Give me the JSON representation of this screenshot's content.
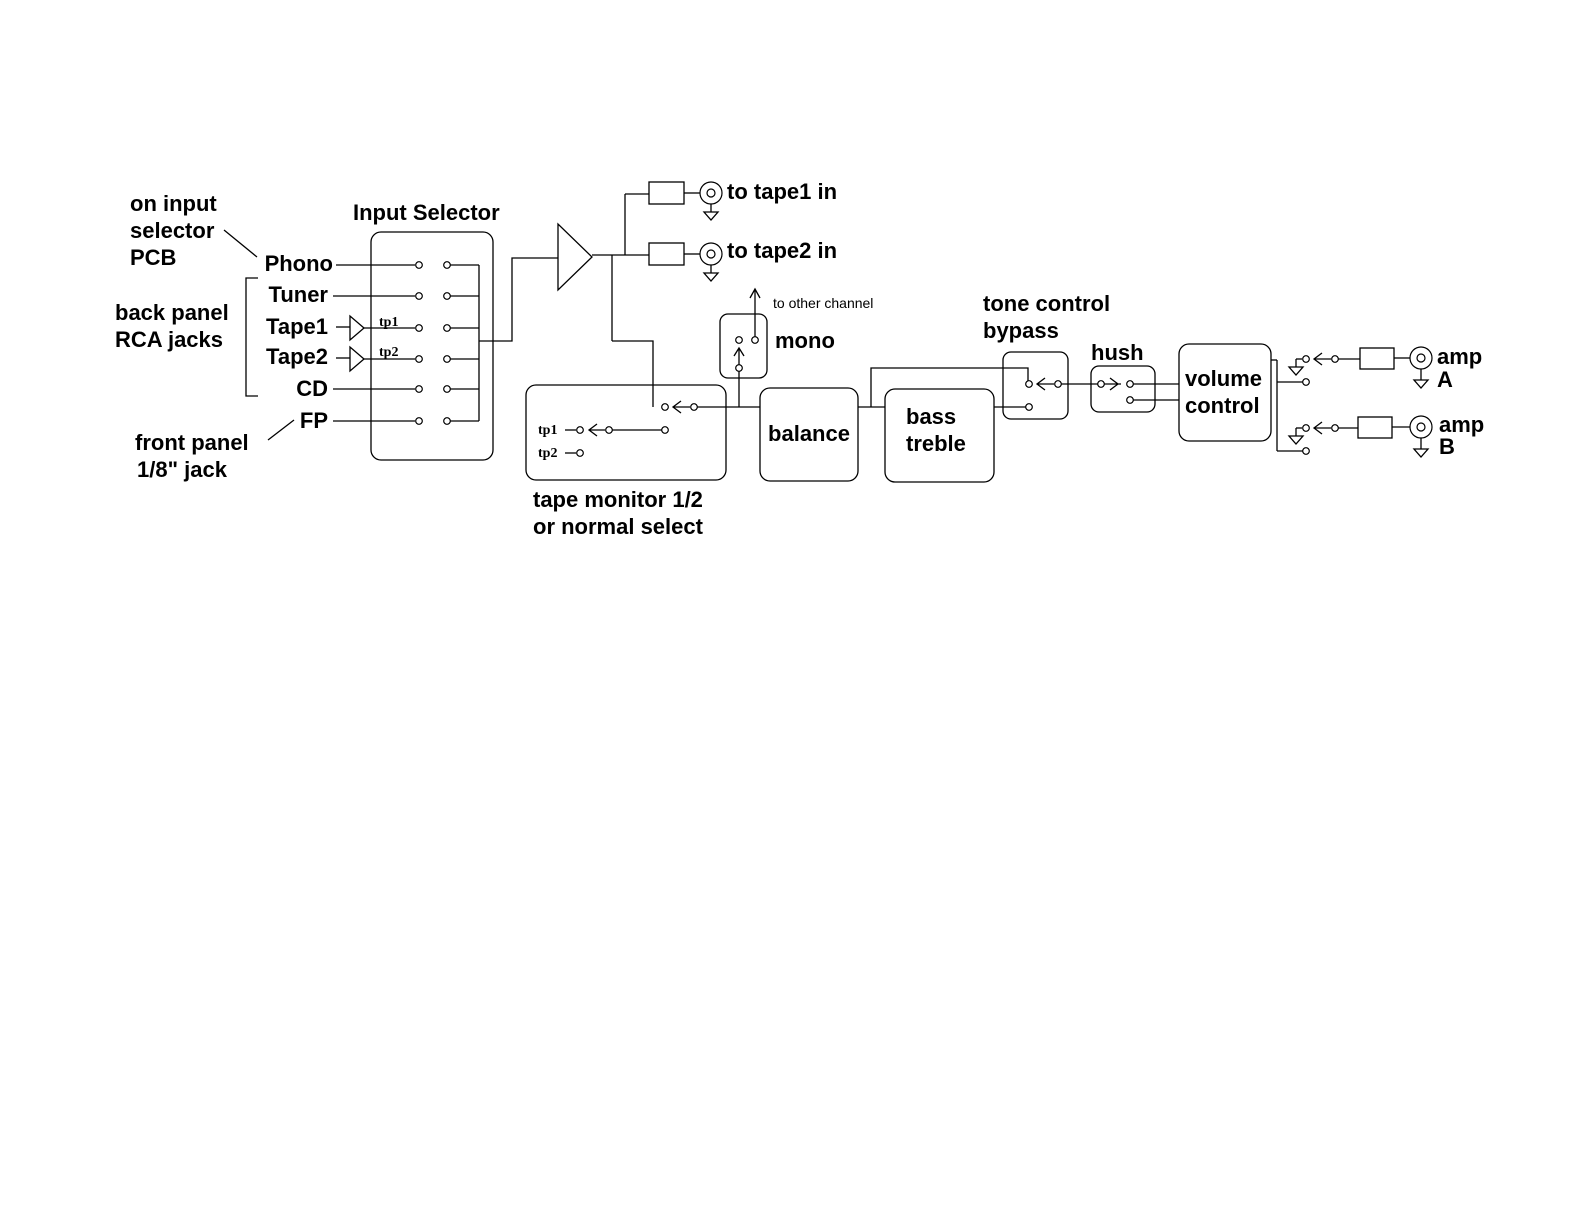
{
  "labels": {
    "on_input": "on input",
    "selector": "selector",
    "pcb": "PCB",
    "back_panel": "back panel",
    "rca_jacks": "RCA jacks",
    "front_panel": "front panel",
    "jack_18": "1/8\" jack",
    "input_selector": "Input Selector",
    "to_tape1_in": "to tape1 in",
    "to_tape2_in": "to tape2 in",
    "to_other_channel": "to other channel",
    "mono": "mono",
    "tone_control": "tone control",
    "bypass": "bypass",
    "hush": "hush",
    "volume": "volume",
    "control": "control",
    "amp_a_1": "amp",
    "amp_a_2": "A",
    "amp_b_1": "amp",
    "amp_b_2": "B",
    "balance": "balance",
    "bass": "bass",
    "treble": "treble",
    "tape_monitor_1": "tape monitor 1/2",
    "tape_monitor_2": "or normal select",
    "tp1": "tp1",
    "tp2": "tp2"
  },
  "inputs": [
    "Phono",
    "Tuner",
    "Tape1",
    "Tape2",
    "CD",
    "FP"
  ]
}
